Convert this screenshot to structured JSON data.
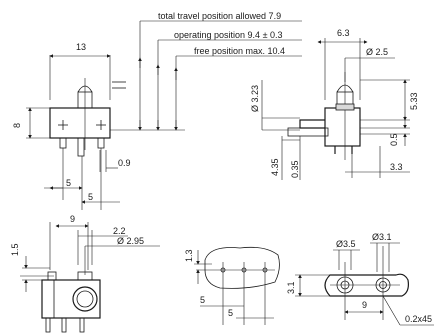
{
  "annotations": {
    "total_travel": "total travel position allowed 7.9",
    "operating": "operating position 9.4 ± 0.3",
    "free": "free position max. 10.4"
  },
  "front_view": {
    "width": "13",
    "height": "8",
    "pin_width": "0.9",
    "pitch1": "5",
    "pitch2": "5"
  },
  "side_view": {
    "top_width": "6.3",
    "hole": "Ø 2.5",
    "lever_dia": "Ø 3.23",
    "height_right": "5.33",
    "tip": "0.5",
    "dim_435": "4.35",
    "dim_035": "0.35",
    "dim_33": "3.3"
  },
  "bottom_left": {
    "d15": "1.5",
    "d9": "9",
    "d22": "2.2",
    "hole": "Ø 2.95"
  },
  "bottom_mid": {
    "d13": "1.3",
    "d5a": "5",
    "d5b": "5"
  },
  "bottom_right": {
    "hole1": "Ø3.5",
    "hole2": "Ø3.1",
    "d31": "3.1",
    "d9": "9",
    "slot": "0.2x45"
  }
}
